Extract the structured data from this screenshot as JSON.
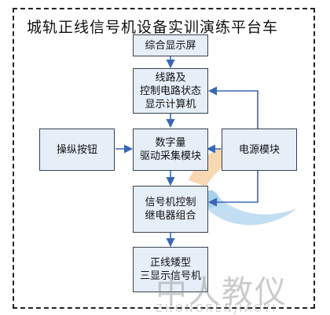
{
  "title": "城轨正线信号机设备实训演练平台车",
  "boxes": {
    "display": "综合显示屏",
    "computer": [
      "线路及",
      "控制电路状态",
      "显示计算机"
    ],
    "buttons": "操纵按钮",
    "io": [
      "数字量",
      "驱动采集模块"
    ],
    "power": "电源模块",
    "relay": [
      "信号机控制",
      "继电器组合"
    ],
    "signal": [
      "正线矮型",
      "三显示信号机"
    ]
  },
  "watermark": {
    "brand": "中人教仪",
    "pinyin": "ZHONGRENJIAOYI"
  },
  "colors": {
    "box_fill": "#e6eef8",
    "box_border": "#39424d",
    "connector": "#3a66b3",
    "watermark_orange": "#f2b872",
    "watermark_blue": "#8fc3e8"
  }
}
